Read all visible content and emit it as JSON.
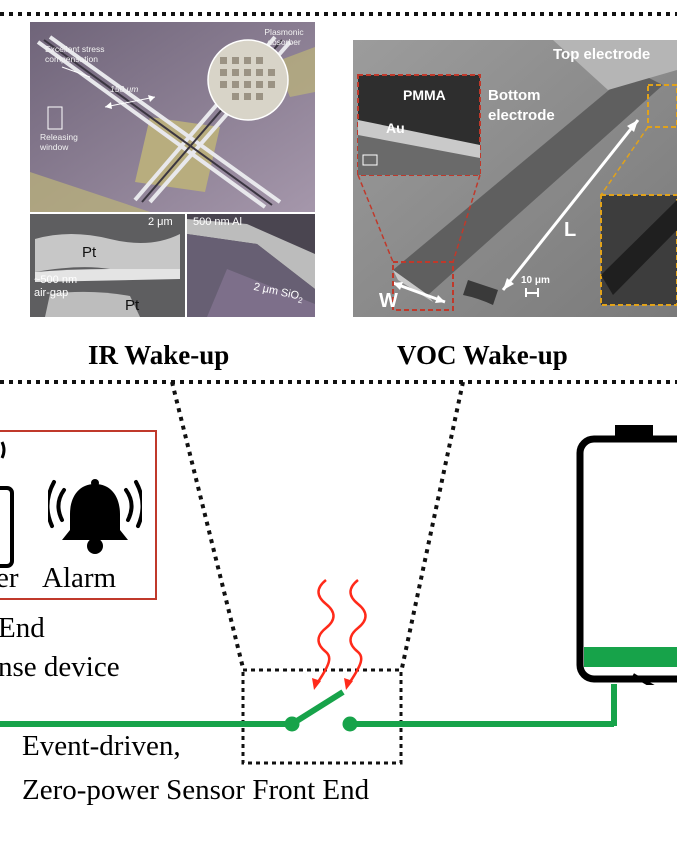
{
  "ir_panel": {
    "label_stress": "Excellent stress compensation",
    "label_plasmonic": "Plasmonic absorber",
    "label_length": "150 μm",
    "label_window": "Releasing window",
    "inset_left": {
      "pt_top": "Pt",
      "thickness": "2 μm",
      "gap": "~500 nm air-gap",
      "pt_bottom": "Pt"
    },
    "inset_right": {
      "al": "500 nm Al",
      "sio2": "2 μm SiO",
      "sio2_sub": "2"
    },
    "caption": "IR Wake-up"
  },
  "voc_panel": {
    "top_electrode": "Top electrode",
    "pmma": "PMMA",
    "au": "Au",
    "bottom_electrode": "Bottom electrode",
    "L": "L",
    "W": "W",
    "scale": "10 μm",
    "caption": "VOC Wake-up"
  },
  "devices": {
    "partial_word": "er",
    "alarm": "Alarm"
  },
  "backend": {
    "line1": "End",
    "line2": "nse device"
  },
  "frontend": {
    "line1": "Event-driven,",
    "line2": "Zero-power Sensor Front End"
  },
  "colors": {
    "wire": "#17a34a",
    "box_border": "#c0392b",
    "heat": "#ff2a1a",
    "battery_level": "#17a34a"
  }
}
